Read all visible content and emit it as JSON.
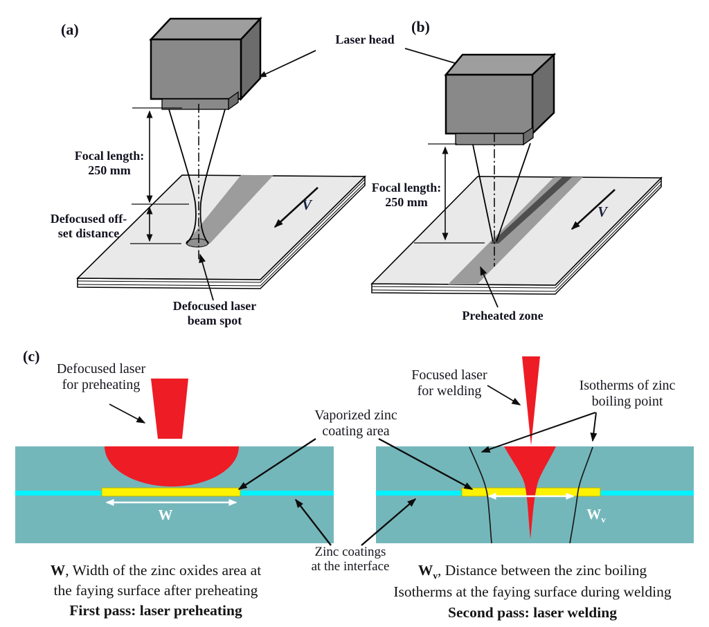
{
  "figure": {
    "panel_a": {
      "tag": "(a)",
      "laser_head_label": "Laser head",
      "focal_length": [
        "Focal length:",
        "250 mm"
      ],
      "defocus_offset": [
        "Defocused off-",
        "set distance"
      ],
      "beam_spot": [
        "Defocused laser",
        "beam spot"
      ],
      "velocity": "V"
    },
    "panel_b": {
      "tag": "(b)",
      "focal_length": [
        "Focal length:",
        "250 mm"
      ],
      "preheated_zone": "Preheated zone",
      "velocity": "V"
    },
    "panel_c": {
      "tag": "(c)",
      "defocused_laser": [
        "Defocused laser",
        "for preheating"
      ],
      "focused_laser": [
        "Focused laser",
        "for welding"
      ],
      "isotherms": [
        "Isotherms of zinc",
        "boiling point"
      ],
      "vaporized_zinc": [
        "Vaporized zinc",
        "coating area"
      ],
      "zinc_coatings": [
        "Zinc coatings",
        "at the interface"
      ],
      "w_label": "W",
      "wv_label_main": "W",
      "wv_label_sub": "v"
    },
    "captions": {
      "left": {
        "term": "W",
        "line1_rest": ", Width of the zinc oxides area at",
        "line2": "the faying surface after preheating",
        "line3": "First pass: laser preheating"
      },
      "right": {
        "term_main": "W",
        "term_sub": "v",
        "line1_rest": ", Distance between the zinc boiling",
        "line2": "Isotherms at the faying surface during welding",
        "line3": "Second pass: laser welding"
      }
    },
    "colors": {
      "teal": "#74b7bb",
      "cyan": "#00f2ff",
      "yellow": "#fef200",
      "yellow_edge": "#b9b400",
      "red": "#ee1c25",
      "plate": "#e9e9e9",
      "stripe": "#9c9c9c",
      "dark_track": "#4e4e4e",
      "head_front": "#898989",
      "head_top": "#9e9e9e",
      "head_side": "#6c6c6c",
      "spot": "#909090",
      "line": "#0d0d0d"
    }
  }
}
